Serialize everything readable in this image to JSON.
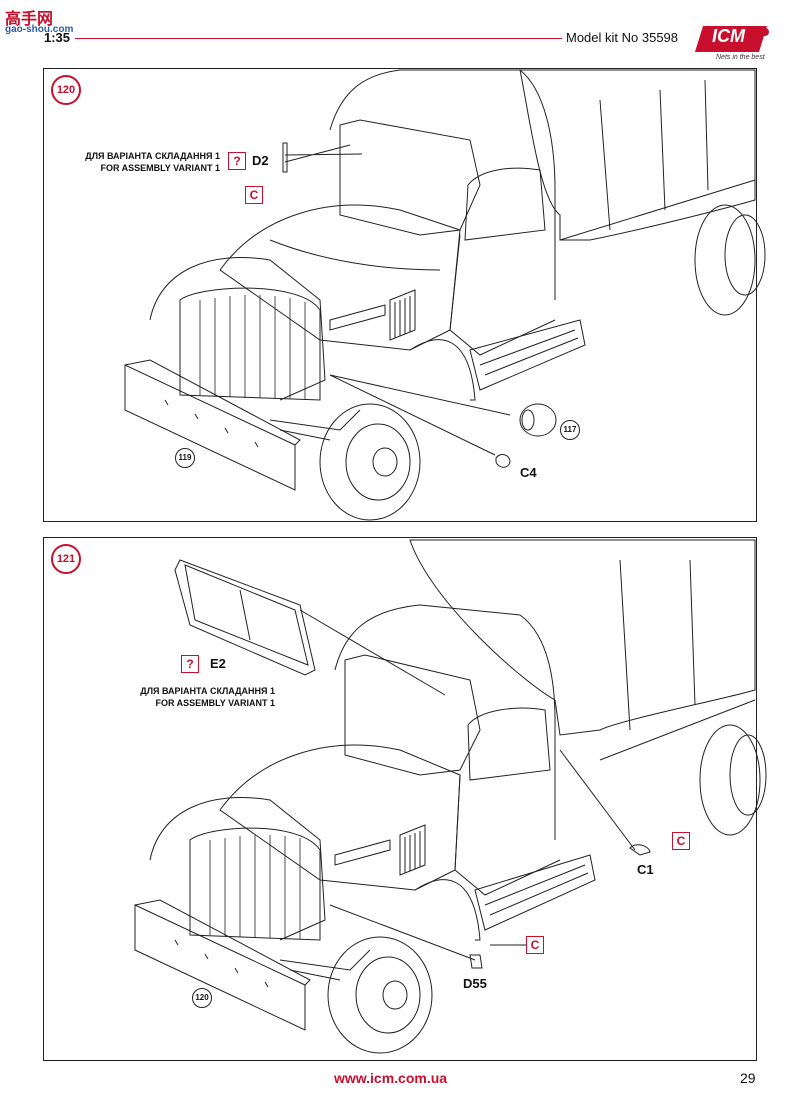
{
  "header": {
    "watermark": "高手网",
    "watermark_url": "gao-shou.com",
    "scale": "1:35",
    "kit_number": "Model kit No 35598",
    "logo": "ICM",
    "logo_tagline": "Nets in the best"
  },
  "steps": [
    {
      "number": "120",
      "note_ua": "ДЛЯ ВАРІАНТА СКЛАДАННЯ 1",
      "note_en": "FOR ASSEMBLY VARIANT 1",
      "callouts": [
        {
          "box": "?",
          "part": "D2"
        },
        {
          "box": "C"
        }
      ],
      "parts": [
        "C4"
      ],
      "refs": [
        "117",
        "119"
      ]
    },
    {
      "number": "121",
      "note_ua": "ДЛЯ ВАРІАНТА СКЛАДАННЯ 1",
      "note_en": "FOR ASSEMBLY VARIANT 1",
      "callouts": [
        {
          "box": "?",
          "part": "E2"
        },
        {
          "box": "C",
          "part": "C1"
        },
        {
          "box": "C",
          "part": "D55"
        }
      ],
      "refs": [
        "120"
      ]
    }
  ],
  "footer": {
    "url": "www.icm.com.ua",
    "page": "29"
  },
  "colors": {
    "accent": "#c8102e",
    "line": "#222222"
  }
}
